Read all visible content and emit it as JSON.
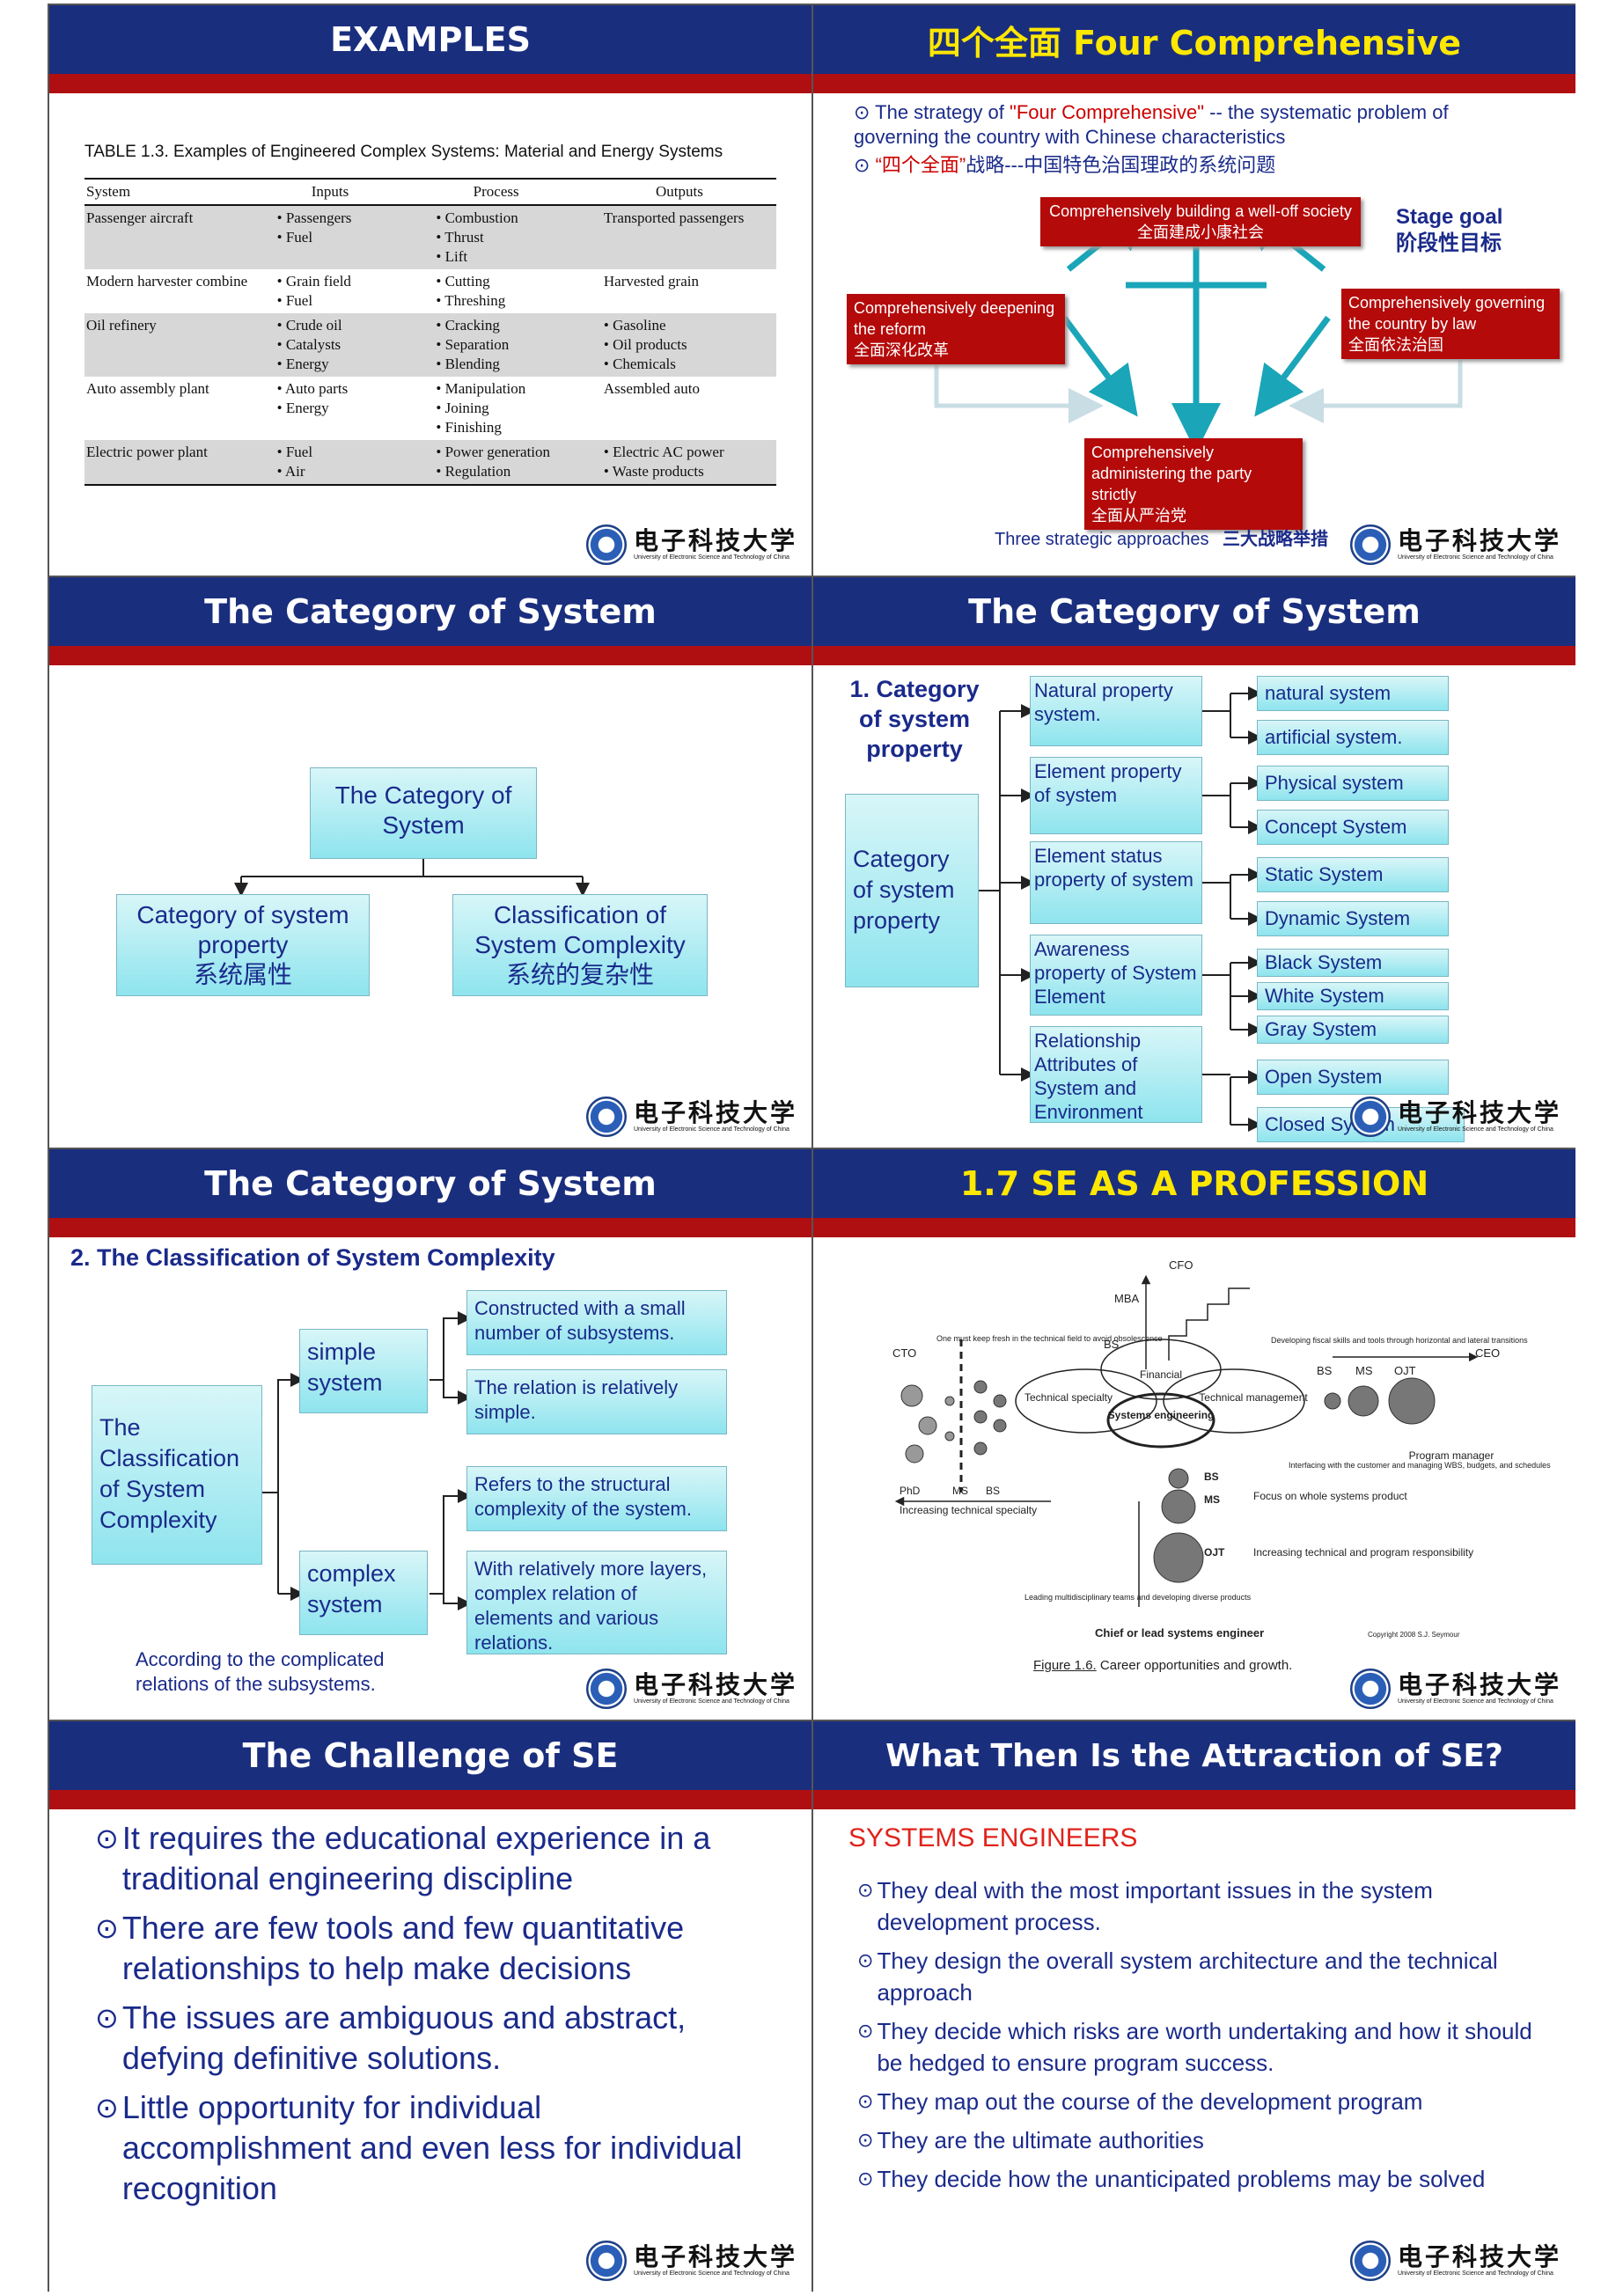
{
  "slides": {
    "s1": {
      "title": "EXAMPLES",
      "caption": "TABLE 1.3.  Examples of Engineered Complex Systems: Material and Energy Systems",
      "headers": [
        "System",
        "Inputs",
        "Process",
        "Outputs"
      ],
      "rows": [
        {
          "system": "Passenger aircraft",
          "inputs": "• Passengers\n• Fuel",
          "process": "• Combustion\n• Thrust\n• Lift",
          "outputs": "Transported passengers"
        },
        {
          "system": "Modern harvester combine",
          "inputs": "• Grain field\n• Fuel",
          "process": "• Cutting\n• Threshing",
          "outputs": "Harvested grain"
        },
        {
          "system": "Oil refinery",
          "inputs": "• Crude oil\n• Catalysts\n• Energy",
          "process": "• Cracking\n• Separation\n• Blending",
          "outputs": "• Gasoline\n• Oil products\n• Chemicals"
        },
        {
          "system": "Auto assembly plant",
          "inputs": "• Auto parts\n• Energy",
          "process": "• Manipulation\n• Joining\n• Finishing",
          "outputs": "Assembled auto"
        },
        {
          "system": "Electric power plant",
          "inputs": "• Fuel\n• Air",
          "process": "• Power generation\n• Regulation",
          "outputs": "• Electric AC power\n• Waste products"
        }
      ]
    },
    "s2": {
      "title": "四个全面 Four Comprehensive",
      "b1a": "The strategy of ",
      "b1q": "\"Four Comprehensive\"",
      "b1b": " -- the systematic problem of governing the country with Chinese characteristics",
      "b2a": "“四个全面”",
      "b2b": "战略---中国特色治国理政的系统问题",
      "top": "Comprehensively building a well-off society\n全面建成小康社会",
      "left": "Comprehensively deepening the reform\n全面深化改革",
      "right": "Comprehensively governing the country by law\n全面依法治国",
      "bottom": "Comprehensively administering the party strictly\n全面从严治党",
      "stage": "Stage goal\n阶段性目标",
      "foot_en": "Three strategic approaches",
      "foot_cn": "三大战略举措"
    },
    "s3": {
      "title": "The Category of System",
      "root": "The Category of System",
      "l": "Category of system property\n系统属性",
      "r": "Classification of System Complexity\n系统的复杂性"
    },
    "s4": {
      "title": "The Category of System",
      "head": "1. Category of system property",
      "root": "Category of system property",
      "mid": [
        "Natural property system.",
        "Element property of system",
        "Element status property of system",
        "Awareness property of System Element",
        "Relationship Attributes of System and Environment"
      ],
      "leaf": [
        "natural system",
        "artificial system.",
        "Physical system",
        "Concept System",
        "Static System",
        "Dynamic System",
        "Black System",
        "White System",
        "Gray System",
        "Open System",
        "Closed System"
      ]
    },
    "s5": {
      "title": "The Category of System",
      "head": "2. The Classification of System Complexity",
      "root": "The Classification of System Complexity",
      "simple": "simple system",
      "complex": "complex system",
      "d1": "Constructed with a small number of subsystems.",
      "d2": "The relation is relatively simple.",
      "d3": "Refers to the structural complexity of the system.",
      "d4": "With relatively more layers, complex relation of elements and various relations.",
      "note": "According to the complicated relations of the subsystems."
    },
    "s6": {
      "title": "1.7  SE AS A PROFESSION",
      "fig": "Figure 1.6.",
      "figcap": "Career opportunities and growth.",
      "labels": {
        "cfo": "CFO",
        "mba": "MBA",
        "bs": "BS",
        "cto": "CTO",
        "ceo": "CEO",
        "bsr": "BS",
        "msr": "MS",
        "ojtr": "OJT",
        "fin": "Financial",
        "tech": "Technical specialty",
        "mgmt": "Technical management",
        "se": "Systems engineering",
        "pm": "Program manager",
        "phd": "PhD",
        "ms": "MS",
        "bsb": "BS",
        "inc": "Increasing technical specialty",
        "bs2": "BS",
        "ms2": "MS",
        "ojt2": "OJT",
        "focus": "Focus on whole systems product",
        "incr": "Increasing technical and program responsibility",
        "chief": "Chief or lead systems engineer",
        "n1": "One must keep fresh in the technical field to avoid obsolescence",
        "n2": "Developing fiscal skills and tools through horizontal and lateral transitions",
        "n3": "Interfacing with the customer and managing WBS, budgets, and schedules",
        "n4": "Leading multidisciplinary teams and developing diverse products",
        "copy": "Copyright 2008 S.J. Seymour"
      }
    },
    "s7": {
      "title": "The Challenge of SE",
      "items": [
        "It requires the educational experience in a traditional engineering discipline",
        "There are few tools and few quantitative relationships to help make decisions",
        "The issues are ambiguous and abstract, defying definitive solutions.",
        "Little opportunity for individual accomplishment and even less for individual recognition"
      ]
    },
    "s8": {
      "title": "What Then Is the Attraction of SE?",
      "head": "SYSTEMS ENGINEERS",
      "items": [
        "They deal with the most important issues in the system development process.",
        "They design the overall system architecture and the technical approach",
        "They decide which risks are worth undertaking and how it should be hedged to ensure program success.",
        "They map out the course of the development program",
        "They are the ultimate authorities",
        "They decide how the unanticipated problems may be solved"
      ]
    }
  },
  "logo": {
    "cn": "电子科技大学",
    "en": "University of Electronic Science and Technology of China"
  },
  "bullet": "⊙"
}
